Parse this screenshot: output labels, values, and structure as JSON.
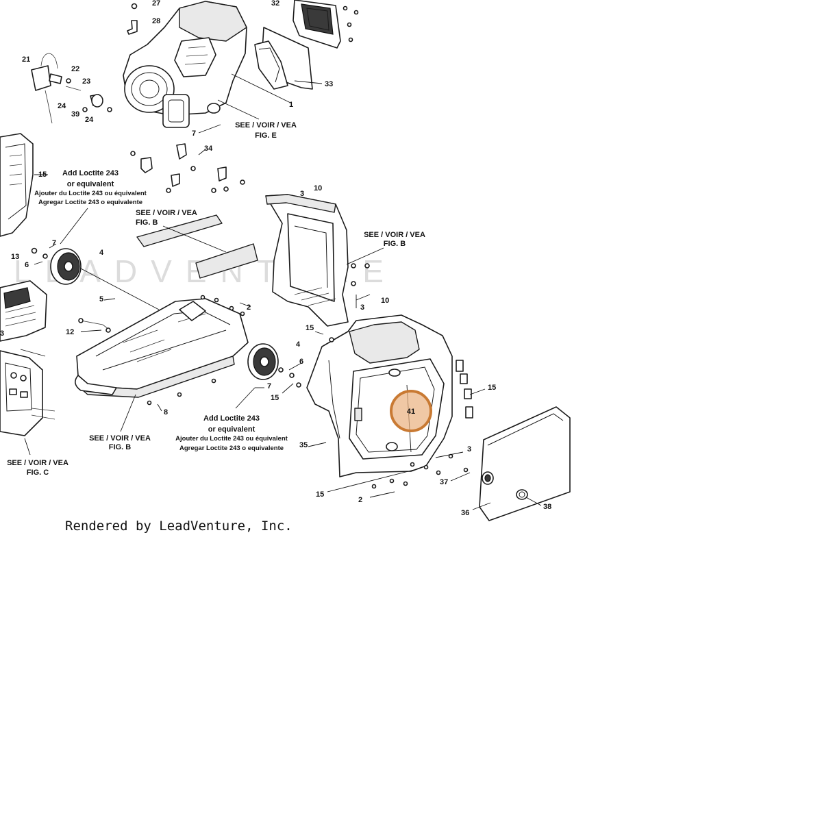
{
  "watermark": "LEADVENTURE",
  "credit": "Rendered by LeadVenture, Inc.",
  "highlight": {
    "part": "41",
    "color": "#e9b07f",
    "stroke": "#c97a33"
  },
  "callouts": {
    "c27": "27",
    "c28": "28",
    "c32": "32",
    "c21": "21",
    "c22": "22",
    "c23": "23",
    "c24a": "24",
    "c24b": "24",
    "c39": "39",
    "c33": "33",
    "c1": "1",
    "c7a": "7",
    "c34": "34",
    "c15a": "15",
    "c10a": "10",
    "c3a": "3",
    "c7b": "7",
    "c6a": "6",
    "c4a": "4",
    "c13": "13",
    "c5": "5",
    "c3b": "3",
    "c12": "12",
    "c2a": "2",
    "c10b": "10",
    "c3c": "3",
    "c15b": "15",
    "c4b": "4",
    "c6b": "6",
    "c7c": "7",
    "c15c": "15",
    "c8": "8",
    "c15d": "15",
    "c35": "35",
    "c3d": "3",
    "c37": "37",
    "c15e": "15",
    "c2b": "2",
    "c36": "36",
    "c38": "38"
  },
  "notes": {
    "see_e": {
      "line1": "SEE / VOIR / VEA",
      "line2": "FIG. E"
    },
    "see_b1": {
      "line1": "SEE / VOIR / VEA",
      "line2": "FIG. B"
    },
    "see_b2": {
      "line1": "SEE / VOIR / VEA",
      "line2": "FIG. B"
    },
    "see_b3": {
      "line1": "SEE / VOIR / VEA",
      "line2": "FIG. B"
    },
    "see_c": {
      "line1": "SEE / VOIR / VEA",
      "line2": "FIG. C"
    },
    "loctite1": {
      "line1": "Add Loctite 243",
      "line2": "or equivalent",
      "line3": "Ajouter du Loctite 243 ou équivalent",
      "line4": "Agregar Loctite 243 o equivalente"
    },
    "loctite2": {
      "line1": "Add Loctite 243",
      "line2": "or equivalent",
      "line3": "Ajouter du Loctite 243 ou équivalent",
      "line4": "Agregar Loctite 243 o equivalente"
    }
  }
}
